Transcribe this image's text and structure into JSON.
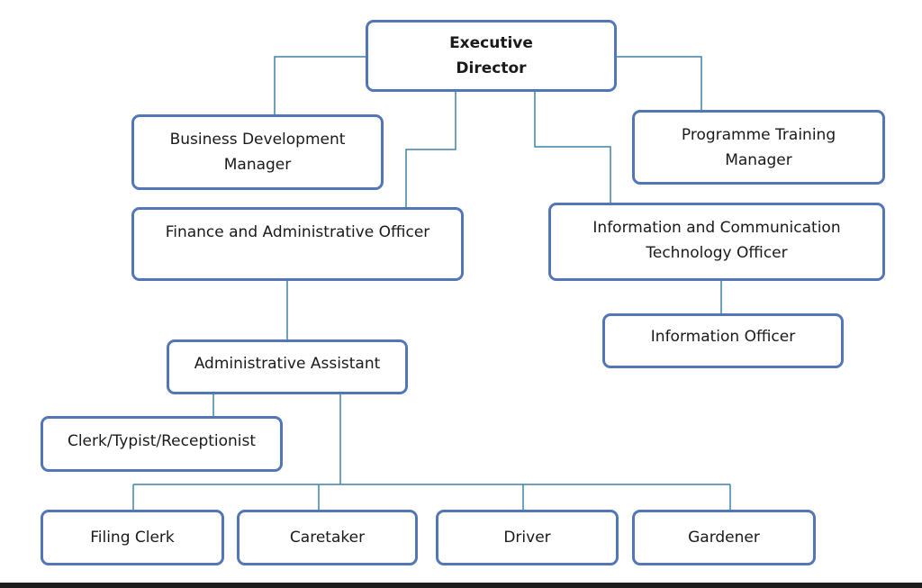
{
  "colors": {
    "box_border": "#5376b7",
    "connector": "#3c84a8",
    "text": "#1a1a1a"
  },
  "nodes": {
    "executive_director": "Executive\nDirector",
    "business_development_manager": "Business Development\nManager",
    "programme_training_manager": "Programme Training\nManager",
    "finance_admin_officer": "Finance and Administrative Officer",
    "ict_officer": "Information and Communication\nTechnology Officer",
    "information_officer": "Information Officer",
    "administrative_assistant": "Administrative Assistant",
    "clerk_typist_receptionist": "Clerk/Typist/Receptionist",
    "filing_clerk": "Filing Clerk",
    "caretaker": "Caretaker",
    "driver": "Driver",
    "gardener": "Gardener"
  }
}
